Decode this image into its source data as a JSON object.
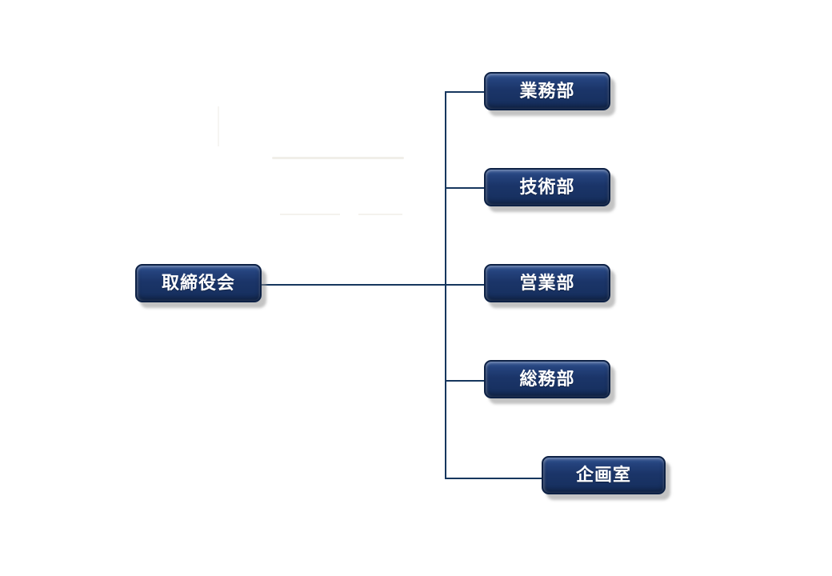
{
  "diagram": {
    "type": "org-chart",
    "root": {
      "label": "取締役会"
    },
    "children": [
      {
        "label": "業務部"
      },
      {
        "label": "技術部"
      },
      {
        "label": "営業部"
      },
      {
        "label": "総務部"
      },
      {
        "label": "企画室"
      }
    ],
    "colors": {
      "box_fill": "#1B3569",
      "box_border": "#0D2145",
      "box_highlight": "#335492",
      "text": "#FFFFFF",
      "connector": "#16365D",
      "shadow": "#A9A9A9",
      "background": "#FFFFFF"
    }
  }
}
